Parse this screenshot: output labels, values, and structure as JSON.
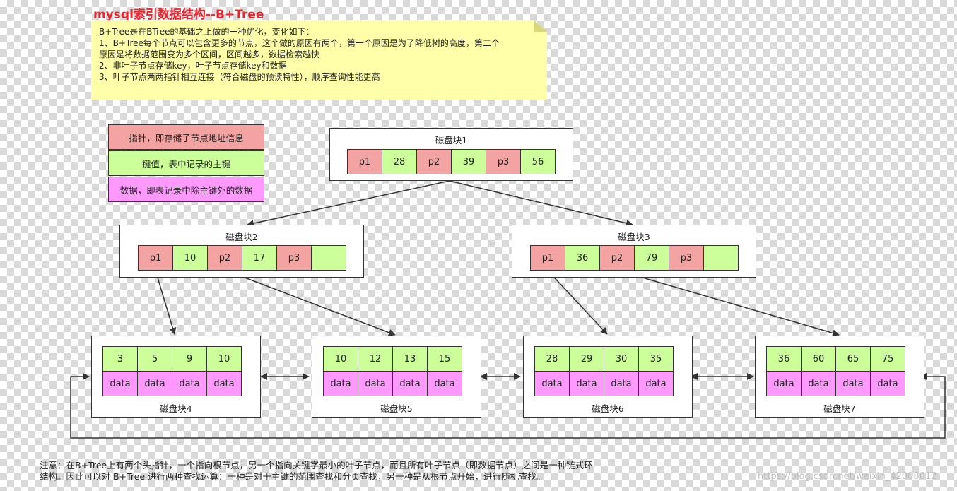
{
  "title": "mysql索引数据结构--B+Tree",
  "note": {
    "lines": [
      "B+Tree是在BTree的基础之上做的一种优化，变化如下：",
      "1、B+Tree每个节点可以包含更多的节点，这个做的原因有两个，第一个原因是为了降低树的高度，第二个",
      "原因是将数据范围变为多个区间，区间越多，数据检索越快",
      "2、非叶子节点存储key，叶子节点存储key和数据",
      "3、叶子节点两两指针相互连接（符合磁盘的预读特性），顺序查询性能更高"
    ]
  },
  "legend": [
    {
      "label": "指针，即存储子节点地址信息",
      "color": "#f4a3a3"
    },
    {
      "label": "键值，表中记录的主键",
      "color": "#ccff99"
    },
    {
      "label": "数据，即表记录中除主键外的数据",
      "color": "#ff99ff"
    }
  ],
  "colors": {
    "pointer": "#f4a3a3",
    "key": "#ccff99",
    "data": "#ff99ff",
    "title": "#e8262d",
    "note_bg": "#ffffa9"
  },
  "root": {
    "label": "磁盘块1",
    "cells": [
      "p1",
      "28",
      "p2",
      "39",
      "p3",
      "56"
    ]
  },
  "internal": [
    {
      "label": "磁盘块2",
      "cells": [
        "p1",
        "10",
        "p2",
        "17",
        "p3",
        ""
      ]
    },
    {
      "label": "磁盘块3",
      "cells": [
        "p1",
        "36",
        "p2",
        "79",
        "p3",
        ""
      ]
    }
  ],
  "leaves": [
    {
      "label": "磁盘块4",
      "keys": [
        "3",
        "5",
        "9",
        "10"
      ],
      "data": [
        "data",
        "data",
        "data",
        "data"
      ]
    },
    {
      "label": "磁盘块5",
      "keys": [
        "10",
        "12",
        "13",
        "15"
      ],
      "data": [
        "data",
        "data",
        "data",
        "data"
      ]
    },
    {
      "label": "磁盘块6",
      "keys": [
        "28",
        "29",
        "30",
        "35"
      ],
      "data": [
        "data",
        "data",
        "data",
        "data"
      ]
    },
    {
      "label": "磁盘块7",
      "keys": [
        "36",
        "60",
        "65",
        "75"
      ],
      "data": [
        "data",
        "data",
        "data",
        "data"
      ]
    }
  ],
  "footer": {
    "lines": [
      "注意：在B+Tree上有两个头指针，一个指向根节点，另一个指向关键字最小的叶子节点，而且所有叶子节点（即数据节点）之间是一种链式环",
      "结构。因此可以对 B+Tree 进行两种查找运算：一种是对于主键的范围查找和分页查找，另一种是从根节点开始，进行随机查找。"
    ]
  },
  "watermark": "https://blog.csdn.net/weixin_42008012"
}
